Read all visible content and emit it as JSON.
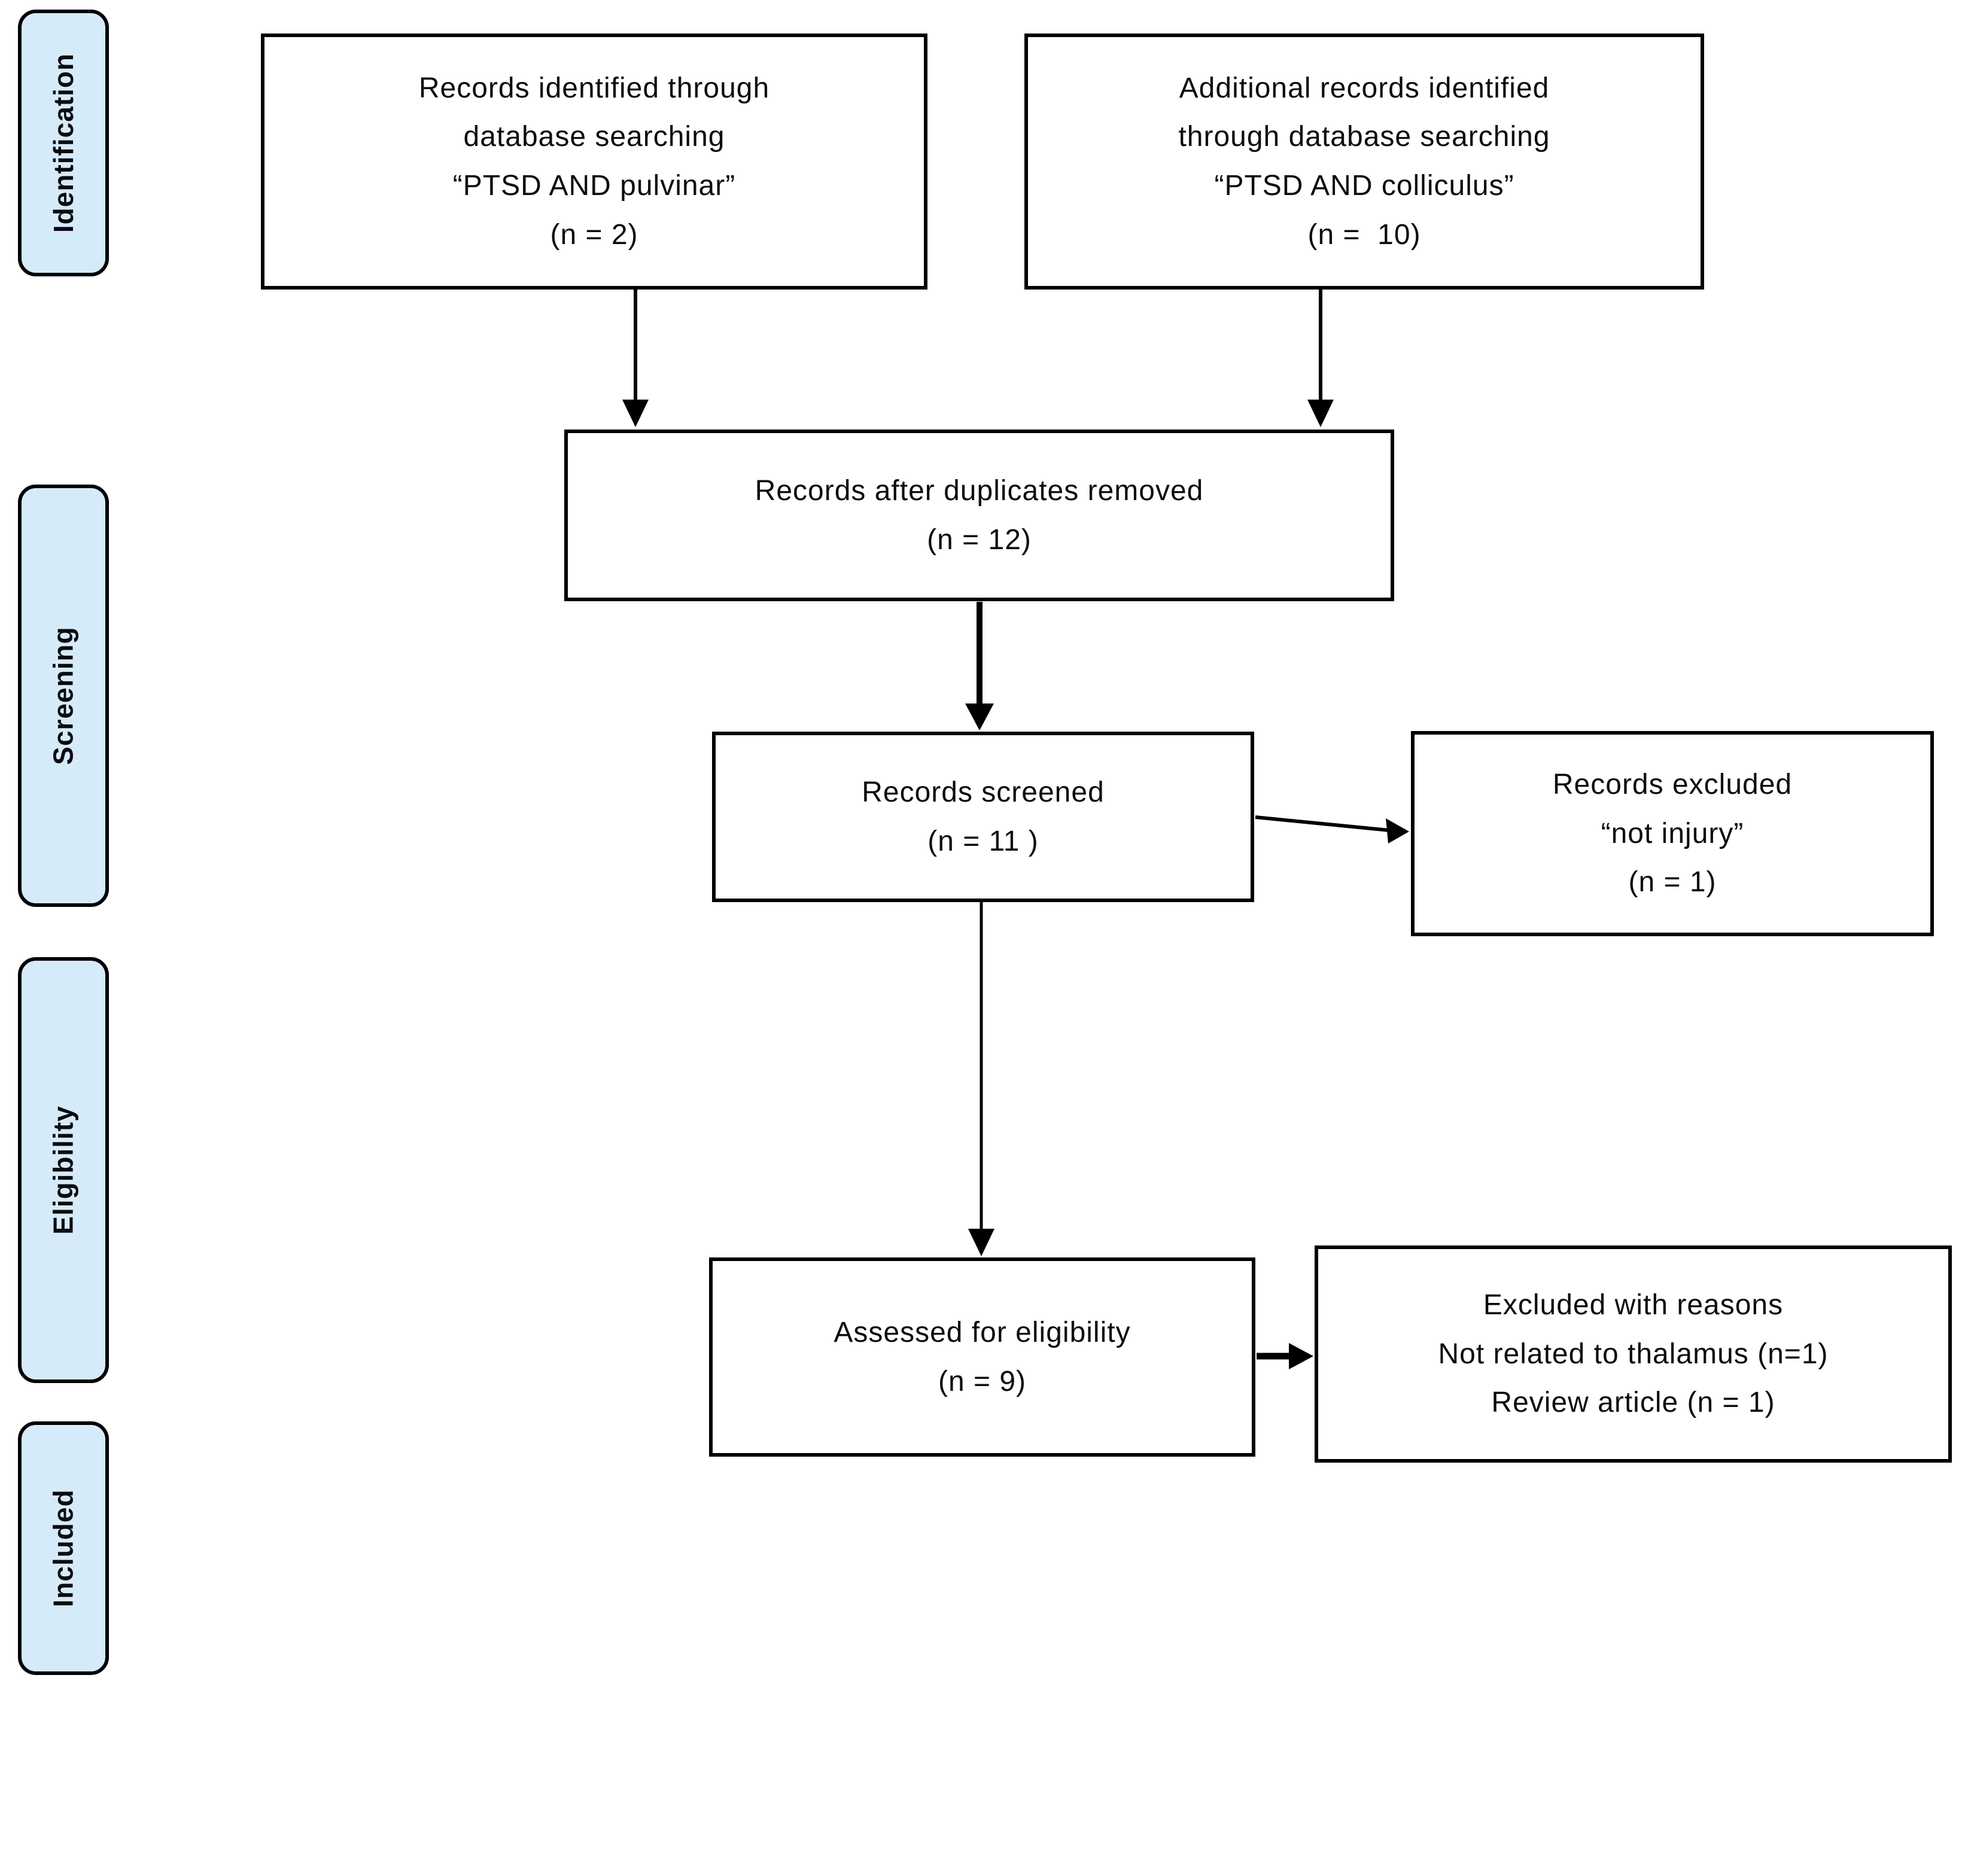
{
  "palette": {
    "sidebar_fill": "#d6ebfa",
    "border": "#000000",
    "text": "#0b0b10"
  },
  "sidebar": [
    {
      "label": "Identification"
    },
    {
      "label": "Screening"
    },
    {
      "label": "Eligibility"
    },
    {
      "label": "Included"
    }
  ],
  "boxes": {
    "identified": {
      "lines": [
        "Records identified through",
        "database searching",
        "“PTSD AND pulvinar”",
        "(n = 2)"
      ]
    },
    "additional": {
      "lines": [
        "Additional records identified",
        "through database searching",
        "“PTSD AND colliculus”",
        "(n =  10)"
      ]
    },
    "duplicates": {
      "lines": [
        "Records after duplicates removed",
        "(n = 12)"
      ]
    },
    "screened": {
      "lines": [
        "Records screened",
        "(n = 11 )"
      ]
    },
    "excluded": {
      "lines": [
        "Records excluded",
        "“not injury”",
        "(n = 1)"
      ]
    },
    "assessed": {
      "lines": [
        "Assessed for eligibility",
        "(n = 9)"
      ]
    },
    "excluded_reasons": {
      "lines": [
        "Excluded with reasons",
        "Not related to thalamus (n=1)",
        "Review article (n = 1)"
      ]
    }
  }
}
